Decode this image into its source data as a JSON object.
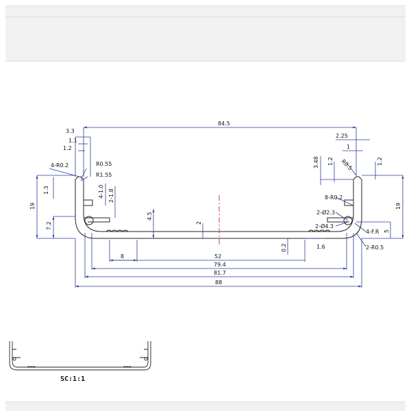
{
  "colors": {
    "outline": "#222222",
    "dimension": "#2b3a9a",
    "centerline": "#d04040",
    "toolbar": "#f1f1f1"
  },
  "drawing": {
    "dimensions": {
      "overall_top": "84.5",
      "left_3_3": "3.3",
      "left_1_1": "1.1",
      "left_1_2": "1.2",
      "left_4r02": "4-R0.2",
      "left_r055": "R0.55",
      "left_r155": "R1.55",
      "left_1_3": "1.3",
      "left_19": "19",
      "left_4_10": "4-1.0",
      "left_2_18": "2-1.8",
      "left_7_2": "7.2",
      "mid_4_5": "4.5",
      "mid_2": "2",
      "right_2_25": "2.25",
      "right_1": "1",
      "right_3_48": "3.48",
      "right_1_2a": "1.2",
      "right_r05": "R0.5",
      "right_1_2b": "1.2",
      "right_8r02": "8-R0.2",
      "right_2d23": "2-Ø2.3",
      "right_2d43": "2-Ø4.3",
      "right_4fr": "4-F.R",
      "right_5": "5",
      "right_19": "19",
      "right_2r05": "2-R0.5",
      "bottom_8": "8",
      "bottom_52": "52",
      "bottom_02": "0.2",
      "bottom_1_6": "1.6",
      "bottom_79_4": "79.4",
      "bottom_81_7": "81.7",
      "bottom_88": "88"
    },
    "scale_label": "SC:1:1"
  }
}
